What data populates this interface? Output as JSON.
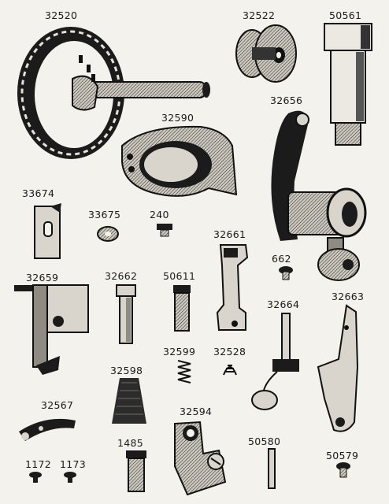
{
  "parts": {
    "p32520": "32520",
    "p32522": "32522",
    "p50561": "50561",
    "p32656": "32656",
    "p32590": "32590",
    "p33674": "33674",
    "p33675": "33675",
    "p240": "240",
    "p32661": "32661",
    "p662": "662",
    "p32659": "32659",
    "p32662": "32662",
    "p50611": "50611",
    "p32664": "32664",
    "p32663": "32663",
    "p32599": "32599",
    "p32528": "32528",
    "p32598": "32598",
    "p32567": "32567",
    "p32594": "32594",
    "p1485": "1485",
    "p50580": "50580",
    "p50579": "50579",
    "p1172": "1172",
    "p1173": "1173"
  }
}
